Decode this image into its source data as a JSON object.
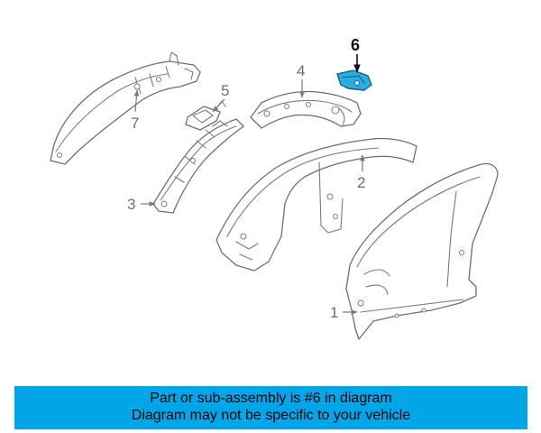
{
  "callouts": {
    "c1": "1",
    "c2": "2",
    "c3": "3",
    "c4": "4",
    "c5": "5",
    "c6": "6",
    "c7": "7"
  },
  "highlight_color": "#29aee3",
  "banner": {
    "background": "#00a6e8",
    "line1": "Part or sub-assembly is #6 in diagram",
    "line2": "Diagram may not be specific to your vehicle"
  }
}
